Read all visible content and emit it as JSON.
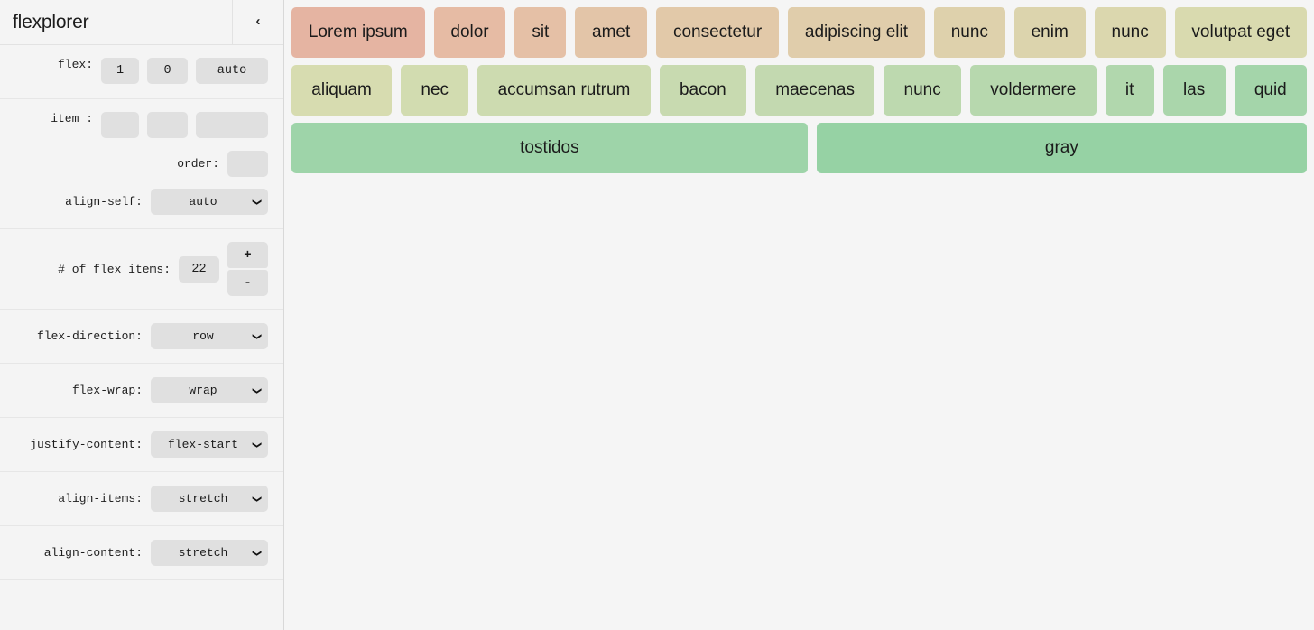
{
  "app": {
    "title": "flexplorer",
    "collapse_icon": "chevron-left-icon",
    "collapse_glyph": "‹"
  },
  "sidebar": {
    "sections": [
      {
        "name": "flex-shorthand",
        "rows": [
          {
            "label": "flex:",
            "fields": [
              {
                "name": "flex-grow-input",
                "value": "1",
                "size": "sm"
              },
              {
                "name": "flex-shrink-input",
                "value": "0",
                "size": "md"
              },
              {
                "name": "flex-basis-input",
                "value": "auto",
                "size": "lg"
              }
            ]
          }
        ]
      },
      {
        "name": "item-properties",
        "rows": [
          {
            "label": "item :",
            "fields": [
              {
                "name": "item-grow-input",
                "value": "",
                "size": "sm"
              },
              {
                "name": "item-shrink-input",
                "value": "",
                "size": "md"
              },
              {
                "name": "item-basis-input",
                "value": "",
                "size": "lg"
              }
            ]
          },
          {
            "label": "order:",
            "fields": [
              {
                "name": "order-input",
                "value": "",
                "size": "md"
              }
            ]
          },
          {
            "label": "align-self:",
            "select": {
              "name": "align-self-select",
              "value": "auto"
            }
          }
        ]
      },
      {
        "name": "item-count",
        "rows": [
          {
            "label": "# of flex items:",
            "count": "22",
            "increment_label": "+",
            "decrement_label": "-"
          }
        ]
      },
      {
        "name": "flex-direction",
        "rows": [
          {
            "label": "flex-direction:",
            "select": {
              "name": "flex-direction-select",
              "value": "row"
            }
          }
        ]
      },
      {
        "name": "flex-wrap",
        "rows": [
          {
            "label": "flex-wrap:",
            "select": {
              "name": "flex-wrap-select",
              "value": "wrap"
            }
          }
        ]
      },
      {
        "name": "justify-content",
        "rows": [
          {
            "label": "justify-content:",
            "select": {
              "name": "justify-content-select",
              "value": "flex-start"
            }
          }
        ]
      },
      {
        "name": "align-items",
        "rows": [
          {
            "label": "align-items:",
            "select": {
              "name": "align-items-select",
              "value": "stretch"
            }
          }
        ]
      },
      {
        "name": "align-content",
        "rows": [
          {
            "label": "align-content:",
            "select": {
              "name": "align-content-select",
              "value": "stretch"
            }
          }
        ]
      }
    ]
  },
  "canvas": {
    "item_count": 22,
    "items": [
      {
        "label": "Lorem ipsum",
        "color": "#e5b4a2"
      },
      {
        "label": "dolor",
        "color": "#e6bba4"
      },
      {
        "label": "sit",
        "color": "#e5c0a6"
      },
      {
        "label": "amet",
        "color": "#e3c5a8"
      },
      {
        "label": "consectetur",
        "color": "#e2c9a9"
      },
      {
        "label": "adipiscing elit",
        "color": "#e0cdab"
      },
      {
        "label": "nunc",
        "color": "#ded1ac"
      },
      {
        "label": "enim",
        "color": "#dcd4ad"
      },
      {
        "label": "nunc",
        "color": "#dbd7ae"
      },
      {
        "label": "volutpat eget",
        "color": "#d9daaf"
      },
      {
        "label": "aliquam",
        "color": "#d7dcb0"
      },
      {
        "label": "nec",
        "color": "#d2dcb0"
      },
      {
        "label": "accumsan rutrum",
        "color": "#cddbb0"
      },
      {
        "label": "bacon",
        "color": "#c8dab0"
      },
      {
        "label": "maecenas",
        "color": "#c3d9b0"
      },
      {
        "label": "nunc",
        "color": "#bdd9af"
      },
      {
        "label": "voldermere",
        "color": "#b7d8ae"
      },
      {
        "label": "it",
        "color": "#b1d7ad"
      },
      {
        "label": "las",
        "color": "#aad6ab"
      },
      {
        "label": "quid",
        "color": "#a4d5aa"
      },
      {
        "label": "tostidos",
        "color": "#9ed4a9"
      },
      {
        "label": "gray",
        "color": "#96d2a4"
      }
    ]
  }
}
